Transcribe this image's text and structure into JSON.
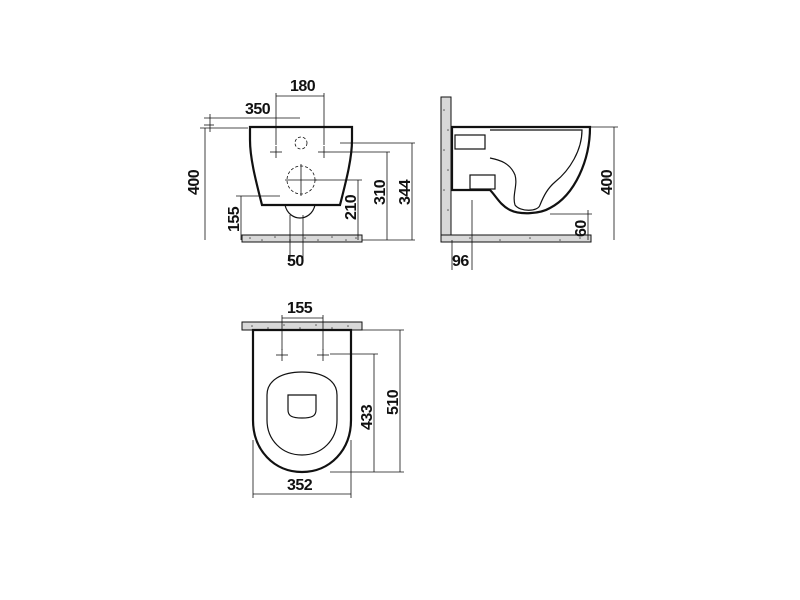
{
  "front_view": {
    "width_dim": "350",
    "fix_spacing_dim": "180",
    "height_dim": "400",
    "waste_height_dim": "155",
    "fix_height_a": "210",
    "fix_height_b": "310",
    "fix_height_c": "344",
    "waste_offset_dim": "50"
  },
  "side_view": {
    "height_dim": "400",
    "outlet_dim": "60",
    "wall_offset_dim": "96"
  },
  "top_view": {
    "fix_spacing_dim": "155",
    "length_dim_inner": "433",
    "length_dim_outer": "510",
    "width_dim": "352"
  }
}
